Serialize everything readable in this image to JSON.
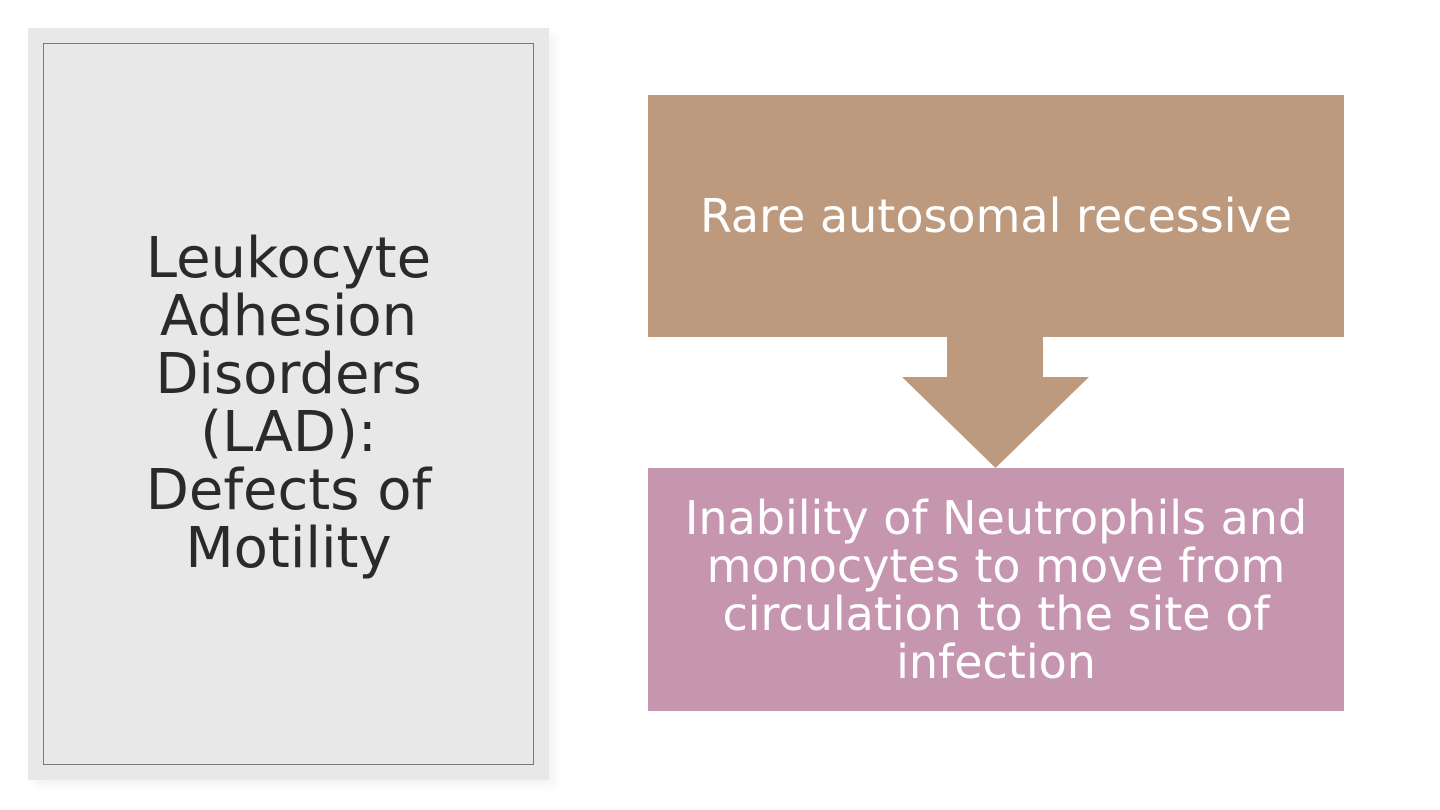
{
  "slide_title": {
    "full_text": "Leukocyte Adhesion Disorders (LAD): Defects of Motility",
    "lines": [
      "Leukocyte",
      "Adhesion",
      "Disorders",
      "(LAD):",
      "Defects of",
      "Motility"
    ]
  },
  "flow": {
    "steps": [
      {
        "label": "Rare autosomal recessive",
        "bg_color": "#BD9A7E",
        "text_color": "#FFFFFF"
      },
      {
        "label": "Inability of Neutrophils and monocytes to move from circulation to the site of infection",
        "bg_color": "#C695AE",
        "text_color": "#FFFFFF"
      }
    ],
    "arrow": {
      "icon": "down-arrow-icon",
      "color": "#BD9A7E"
    }
  },
  "colors": {
    "page_background": "#FFFFFF",
    "title_panel_background": "#E8E8E8",
    "title_panel_border": "#7A7A7A",
    "title_text": "#2A2A2A"
  }
}
